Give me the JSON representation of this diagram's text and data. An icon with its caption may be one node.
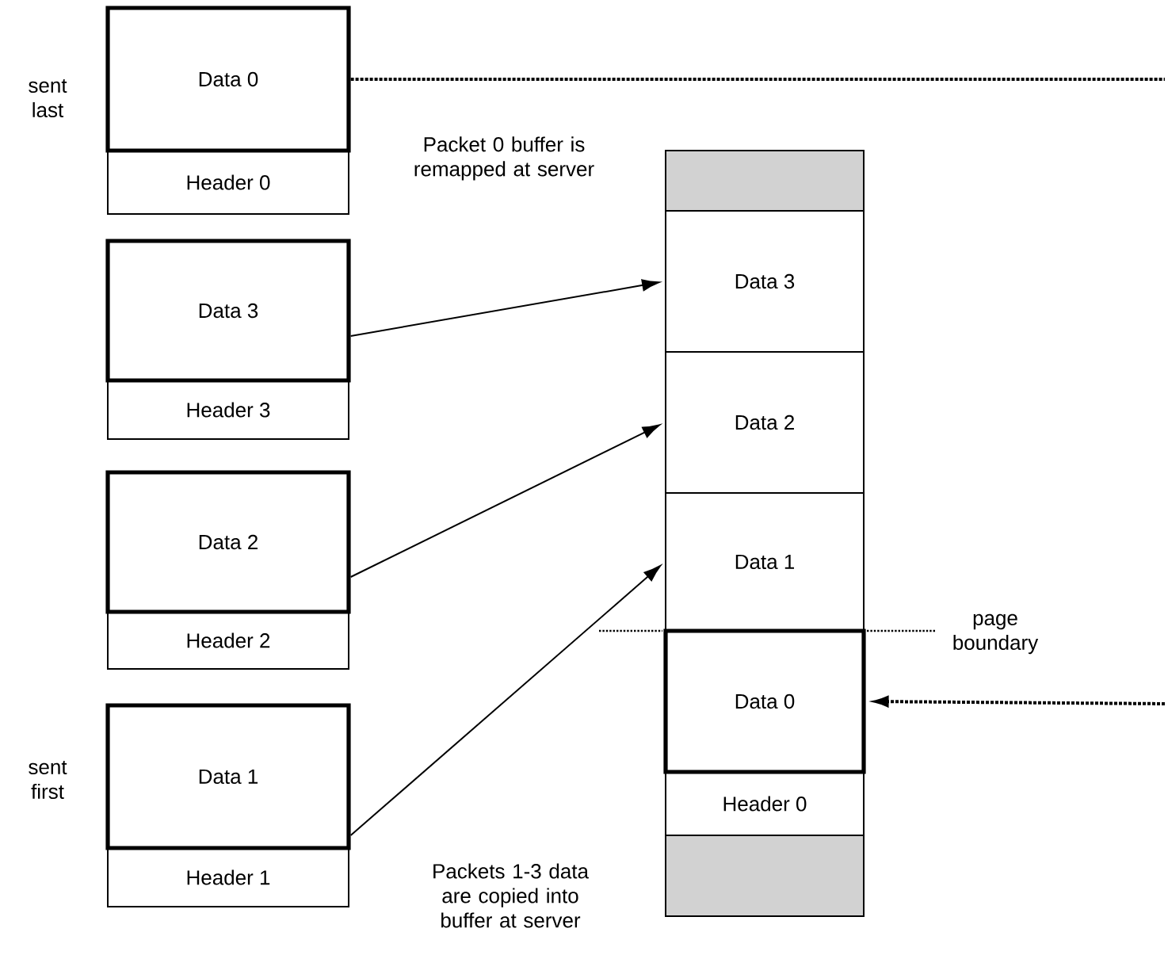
{
  "diagram": {
    "nodes": [
      {
        "text": [
          "Data 0"
        ]
      },
      {
        "text": [
          "Header 0"
        ]
      },
      {
        "text": [
          "Data 3"
        ]
      },
      {
        "text": [
          "Header 3"
        ]
      },
      {
        "text": [
          "Data 2"
        ]
      },
      {
        "text": [
          "Header 2"
        ]
      },
      {
        "text": [
          "Data 1"
        ]
      },
      {
        "text": [
          "Header 1"
        ]
      },
      {
        "text": [],
        "shape": "box"
      },
      {
        "text": [
          "Data 3"
        ]
      },
      {
        "text": [
          "Data 2"
        ]
      },
      {
        "text": [
          "Data 1"
        ]
      },
      {
        "text": [
          "Data 0"
        ]
      },
      {
        "text": [
          "Header 0"
        ]
      },
      {
        "text": [],
        "shape": "box"
      }
    ],
    "edges": [
      {
        "from": 2,
        "to": 9,
        "arrow": "to"
      },
      {
        "from": 4,
        "to": 10,
        "arrow": "to"
      },
      {
        "from": 6,
        "to": 11,
        "arrow": "to"
      },
      {
        "from": 0,
        "to": null,
        "arrow": "none",
        "style": "dashed"
      },
      {
        "from": null,
        "to": 12,
        "arrow": "to",
        "style": "dashed"
      }
    ],
    "labels": [
      "sent last",
      "Packet 0 buffer is remapped at server",
      "page boundary",
      "sent first",
      "Packets 1-3 data are copied into buffer at server"
    ]
  }
}
